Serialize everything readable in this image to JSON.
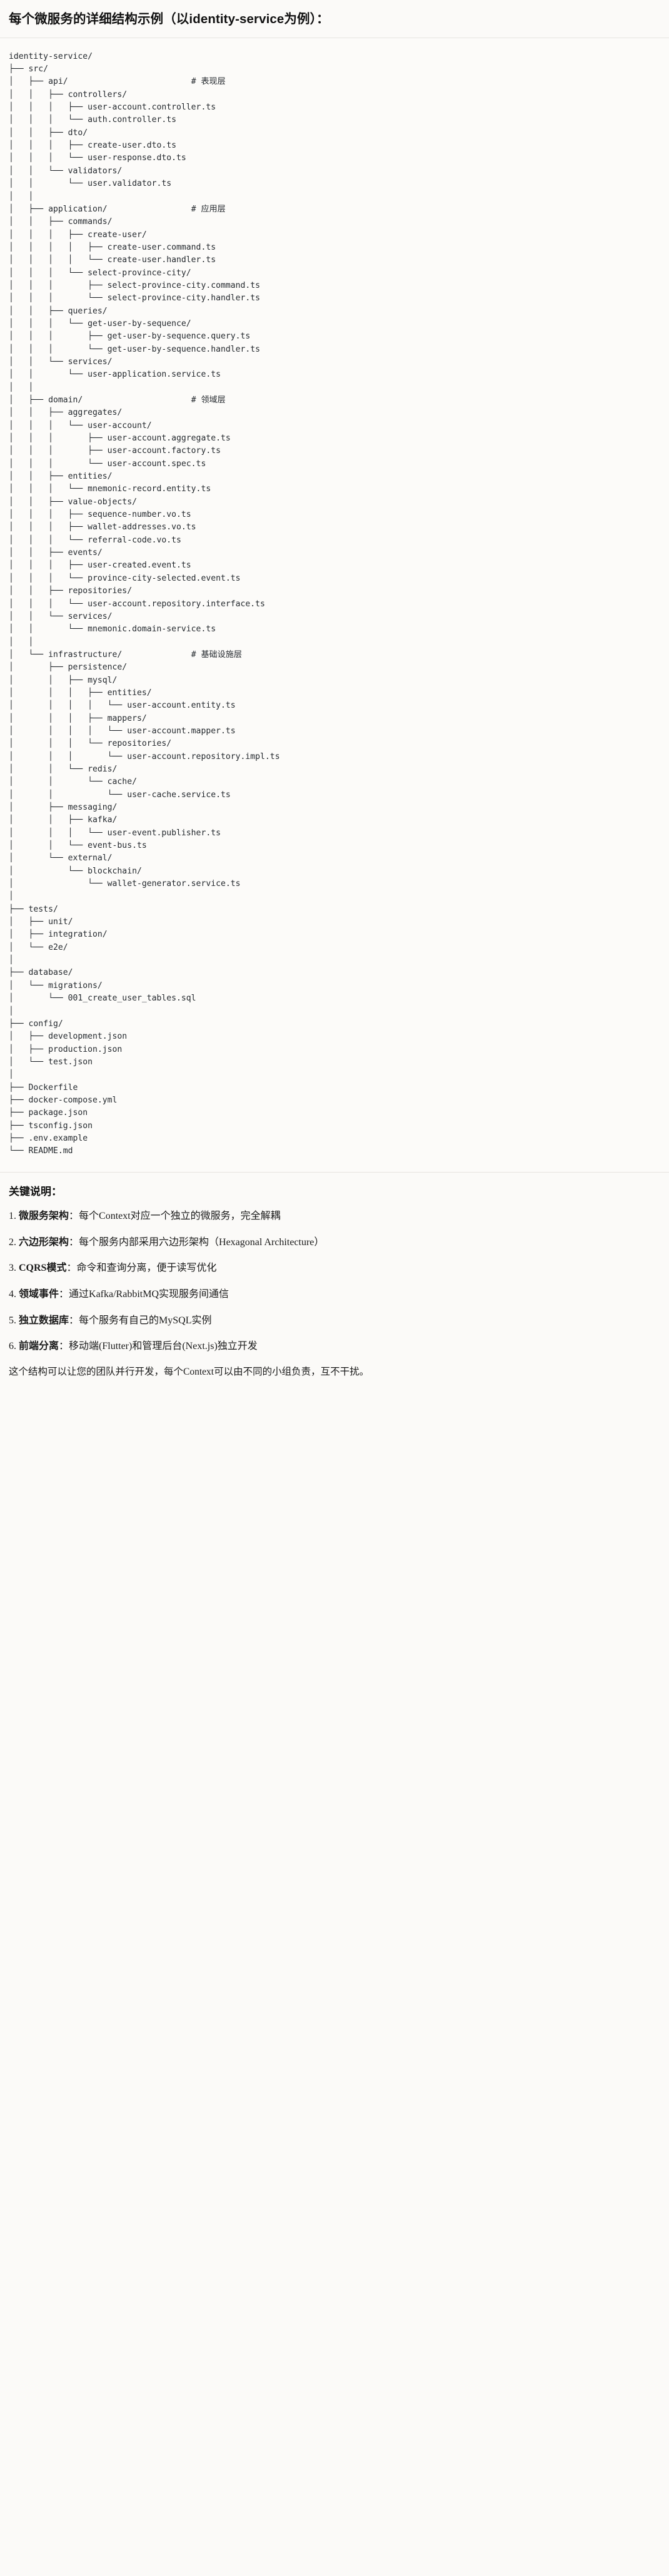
{
  "heading": "每个微服务的详细结构示例（以identity-service为例）：",
  "tree": {
    "root": "identity-service/",
    "comment_column": 37,
    "lines": [
      {
        "text": "identity-service/",
        "comment": ""
      },
      {
        "text": "├── src/",
        "comment": ""
      },
      {
        "text": "│   ├── api/",
        "comment": "# 表现层"
      },
      {
        "text": "│   │   ├── controllers/",
        "comment": ""
      },
      {
        "text": "│   │   │   ├── user-account.controller.ts",
        "comment": ""
      },
      {
        "text": "│   │   │   └── auth.controller.ts",
        "comment": ""
      },
      {
        "text": "│   │   ├── dto/",
        "comment": ""
      },
      {
        "text": "│   │   │   ├── create-user.dto.ts",
        "comment": ""
      },
      {
        "text": "│   │   │   └── user-response.dto.ts",
        "comment": ""
      },
      {
        "text": "│   │   └── validators/",
        "comment": ""
      },
      {
        "text": "│   │       └── user.validator.ts",
        "comment": ""
      },
      {
        "text": "│   │",
        "comment": ""
      },
      {
        "text": "│   ├── application/",
        "comment": "# 应用层"
      },
      {
        "text": "│   │   ├── commands/",
        "comment": ""
      },
      {
        "text": "│   │   │   ├── create-user/",
        "comment": ""
      },
      {
        "text": "│   │   │   │   ├── create-user.command.ts",
        "comment": ""
      },
      {
        "text": "│   │   │   │   └── create-user.handler.ts",
        "comment": ""
      },
      {
        "text": "│   │   │   └── select-province-city/",
        "comment": ""
      },
      {
        "text": "│   │   │       ├── select-province-city.command.ts",
        "comment": ""
      },
      {
        "text": "│   │   │       └── select-province-city.handler.ts",
        "comment": ""
      },
      {
        "text": "│   │   ├── queries/",
        "comment": ""
      },
      {
        "text": "│   │   │   └── get-user-by-sequence/",
        "comment": ""
      },
      {
        "text": "│   │   │       ├── get-user-by-sequence.query.ts",
        "comment": ""
      },
      {
        "text": "│   │   │       └── get-user-by-sequence.handler.ts",
        "comment": ""
      },
      {
        "text": "│   │   └── services/",
        "comment": ""
      },
      {
        "text": "│   │       └── user-application.service.ts",
        "comment": ""
      },
      {
        "text": "│   │",
        "comment": ""
      },
      {
        "text": "│   ├── domain/",
        "comment": "# 领域层"
      },
      {
        "text": "│   │   ├── aggregates/",
        "comment": ""
      },
      {
        "text": "│   │   │   └── user-account/",
        "comment": ""
      },
      {
        "text": "│   │   │       ├── user-account.aggregate.ts",
        "comment": ""
      },
      {
        "text": "│   │   │       ├── user-account.factory.ts",
        "comment": ""
      },
      {
        "text": "│   │   │       └── user-account.spec.ts",
        "comment": ""
      },
      {
        "text": "│   │   ├── entities/",
        "comment": ""
      },
      {
        "text": "│   │   │   └── mnemonic-record.entity.ts",
        "comment": ""
      },
      {
        "text": "│   │   ├── value-objects/",
        "comment": ""
      },
      {
        "text": "│   │   │   ├── sequence-number.vo.ts",
        "comment": ""
      },
      {
        "text": "│   │   │   ├── wallet-addresses.vo.ts",
        "comment": ""
      },
      {
        "text": "│   │   │   └── referral-code.vo.ts",
        "comment": ""
      },
      {
        "text": "│   │   ├── events/",
        "comment": ""
      },
      {
        "text": "│   │   │   ├── user-created.event.ts",
        "comment": ""
      },
      {
        "text": "│   │   │   └── province-city-selected.event.ts",
        "comment": ""
      },
      {
        "text": "│   │   ├── repositories/",
        "comment": ""
      },
      {
        "text": "│   │   │   └── user-account.repository.interface.ts",
        "comment": ""
      },
      {
        "text": "│   │   └── services/",
        "comment": ""
      },
      {
        "text": "│   │       └── mnemonic.domain-service.ts",
        "comment": ""
      },
      {
        "text": "│   │",
        "comment": ""
      },
      {
        "text": "│   └── infrastructure/",
        "comment": "# 基础设施层"
      },
      {
        "text": "│       ├── persistence/",
        "comment": ""
      },
      {
        "text": "│       │   ├── mysql/",
        "comment": ""
      },
      {
        "text": "│       │   │   ├── entities/",
        "comment": ""
      },
      {
        "text": "│       │   │   │   └── user-account.entity.ts",
        "comment": ""
      },
      {
        "text": "│       │   │   ├── mappers/",
        "comment": ""
      },
      {
        "text": "│       │   │   │   └── user-account.mapper.ts",
        "comment": ""
      },
      {
        "text": "│       │   │   └── repositories/",
        "comment": ""
      },
      {
        "text": "│       │   │       └── user-account.repository.impl.ts",
        "comment": ""
      },
      {
        "text": "│       │   └── redis/",
        "comment": ""
      },
      {
        "text": "│       │       └── cache/",
        "comment": ""
      },
      {
        "text": "│       │           └── user-cache.service.ts",
        "comment": ""
      },
      {
        "text": "│       ├── messaging/",
        "comment": ""
      },
      {
        "text": "│       │   ├── kafka/",
        "comment": ""
      },
      {
        "text": "│       │   │   └── user-event.publisher.ts",
        "comment": ""
      },
      {
        "text": "│       │   └── event-bus.ts",
        "comment": ""
      },
      {
        "text": "│       └── external/",
        "comment": ""
      },
      {
        "text": "│           └── blockchain/",
        "comment": ""
      },
      {
        "text": "│               └── wallet-generator.service.ts",
        "comment": ""
      },
      {
        "text": "│",
        "comment": ""
      },
      {
        "text": "├── tests/",
        "comment": ""
      },
      {
        "text": "│   ├── unit/",
        "comment": ""
      },
      {
        "text": "│   ├── integration/",
        "comment": ""
      },
      {
        "text": "│   └── e2e/",
        "comment": ""
      },
      {
        "text": "│",
        "comment": ""
      },
      {
        "text": "├── database/",
        "comment": ""
      },
      {
        "text": "│   └── migrations/",
        "comment": ""
      },
      {
        "text": "│       └── 001_create_user_tables.sql",
        "comment": ""
      },
      {
        "text": "│",
        "comment": ""
      },
      {
        "text": "├── config/",
        "comment": ""
      },
      {
        "text": "│   ├── development.json",
        "comment": ""
      },
      {
        "text": "│   ├── production.json",
        "comment": ""
      },
      {
        "text": "│   └── test.json",
        "comment": ""
      },
      {
        "text": "│",
        "comment": ""
      },
      {
        "text": "├── Dockerfile",
        "comment": ""
      },
      {
        "text": "├── docker-compose.yml",
        "comment": ""
      },
      {
        "text": "├── package.json",
        "comment": ""
      },
      {
        "text": "├── tsconfig.json",
        "comment": ""
      },
      {
        "text": "├── .env.example",
        "comment": ""
      },
      {
        "text": "└── README.md",
        "comment": ""
      }
    ]
  },
  "notes": {
    "title": "关键说明：",
    "items": [
      {
        "label": "微服务架构",
        "body": "：每个Context对应一个独立的微服务，完全解耦"
      },
      {
        "label": "六边形架构",
        "body": "：每个服务内部采用六边形架构（Hexagonal Architecture）"
      },
      {
        "label": "CQRS模式",
        "body": "：命令和查询分离，便于读写优化"
      },
      {
        "label": "领域事件",
        "body": "：通过Kafka/RabbitMQ实现服务间通信"
      },
      {
        "label": "独立数据库",
        "body": "：每个服务有自己的MySQL实例"
      },
      {
        "label": "前端分离",
        "body": "：移动端(Flutter)和管理后台(Next.js)独立开发"
      }
    ],
    "footer": "这个结构可以让您的团队并行开发，每个Context可以由不同的小组负责，互不干扰。"
  }
}
